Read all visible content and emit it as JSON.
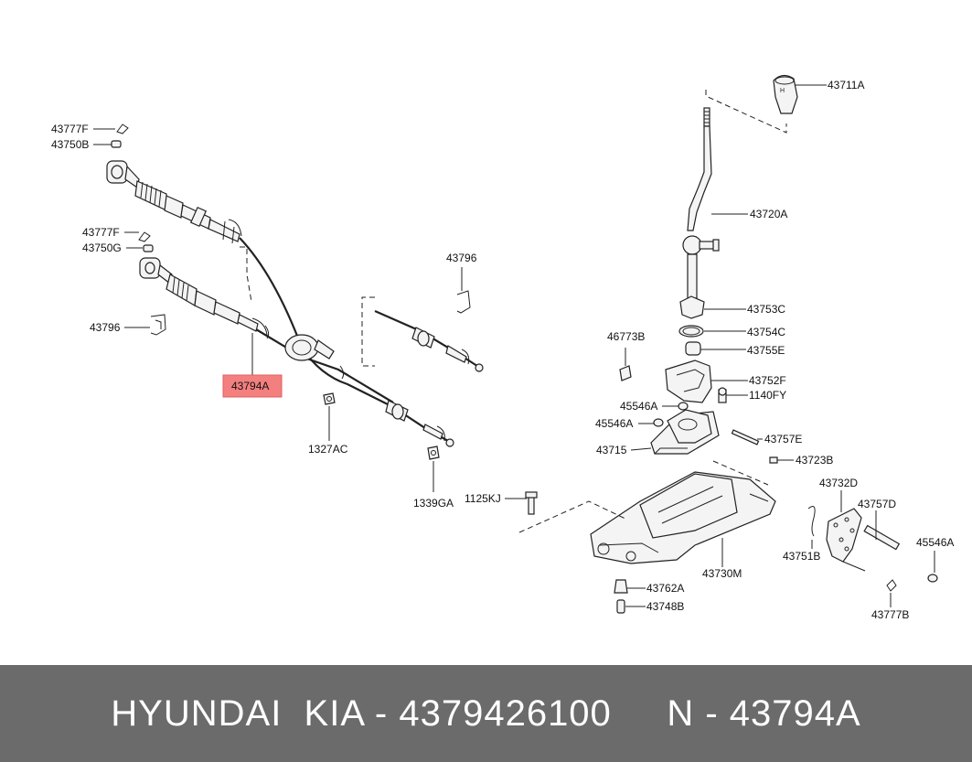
{
  "colors": {
    "highlight": "#f47f7f",
    "footer_bg": "#6b6b6b",
    "footer_text": "#ffffff"
  },
  "labels": {
    "l43711A": "43711A",
    "l43720A": "43720A",
    "l43753C": "43753C",
    "l43754C": "43754C",
    "l43755E": "43755E",
    "l43752F": "43752F",
    "l1140FY": "1140FY",
    "l46773B": "46773B",
    "l45546A_1": "45546A",
    "l45546A_2": "45546A",
    "l43715": "43715",
    "l43757E": "43757E",
    "l43723B": "43723B",
    "l43732D": "43732D",
    "l43757D": "43757D",
    "l45546A_3": "45546A",
    "l43751B": "43751B",
    "l43730M": "43730M",
    "l1125KJ": "1125KJ",
    "l43762A": "43762A",
    "l43748B": "43748B",
    "l43777B": "43777B",
    "l43777F_1": "43777F",
    "l43750B": "43750B",
    "l43777F_2": "43777F",
    "l43750G": "43750G",
    "l43796_1": "43796",
    "l43796_2": "43796",
    "l43794A": "43794A",
    "l1327AC": "1327AC",
    "l1339GA": "1339GA"
  },
  "footer": {
    "text": "HYUNDAI  KIA - 4379426100     N - 43794A"
  }
}
